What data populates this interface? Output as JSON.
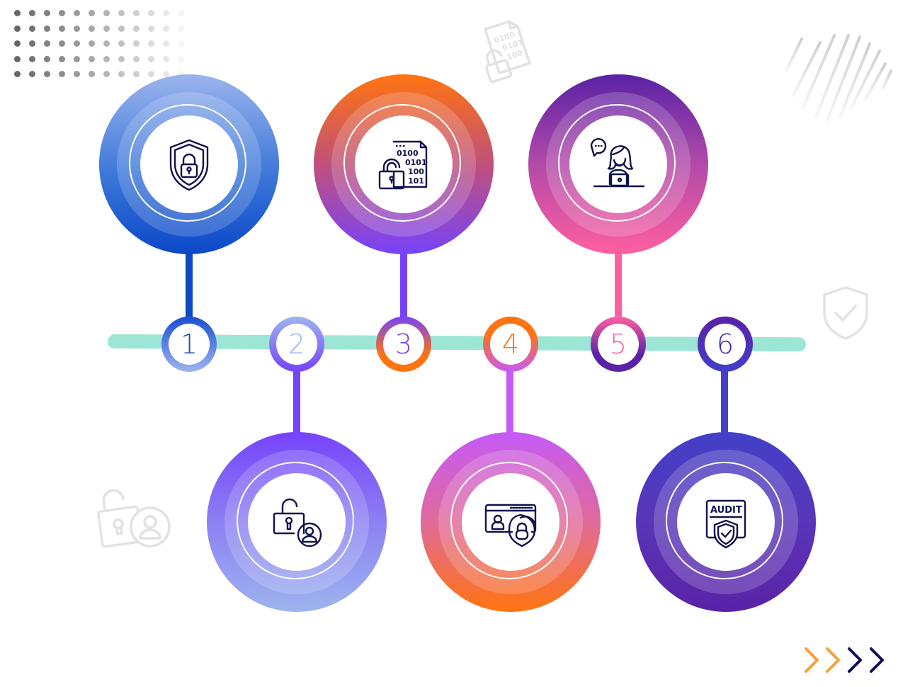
{
  "diagram": {
    "type": "timeline-infographic",
    "step_count": 6,
    "timeline_color": "#9de6d6",
    "icon_color": "#10124a"
  },
  "steps": [
    {
      "number": "1",
      "position": "top",
      "icon": "shield-lock-icon",
      "gradient": [
        "#9bb4ee",
        "#1a56d6"
      ],
      "number_color": "#0d4fb8",
      "ring_gradient": [
        "#1a4fcf",
        "#9db4ee"
      ]
    },
    {
      "number": "2",
      "position": "bottom",
      "icon": "unlock-user-icon",
      "gradient": [
        "#7643fb",
        "#9db4ee"
      ],
      "number_color": "#9db4ee",
      "ring_gradient": [
        "#9db4ee",
        "#7643fb"
      ]
    },
    {
      "number": "3",
      "position": "top",
      "icon": "binary-file-lock-icon",
      "gradient": [
        "#ff7a10",
        "#7643fb"
      ],
      "number_color": "#7643fb",
      "ring_gradient": [
        "#7643fb",
        "#ff7a10"
      ]
    },
    {
      "number": "4",
      "position": "bottom",
      "icon": "id-card-shield-icon",
      "gradient": [
        "#c75bf6",
        "#ff7412"
      ],
      "number_color": "#ff7412",
      "ring_gradient": [
        "#ff7412",
        "#c75bf6"
      ]
    },
    {
      "number": "5",
      "position": "top",
      "icon": "support-agent-icon",
      "gradient": [
        "#5a22a6",
        "#ff5fa0"
      ],
      "number_color": "#ff5fa0",
      "ring_gradient": [
        "#ff5fa0",
        "#5a22a6"
      ]
    },
    {
      "number": "6",
      "position": "bottom",
      "icon": "audit-shield-icon",
      "gradient": [
        "#4340c8",
        "#5a22a6"
      ],
      "number_color": "#4a219e",
      "ring_gradient": [
        "#5a22a6",
        "#4340c8"
      ]
    }
  ],
  "icons": {
    "audit_label": "AUDIT",
    "binary_rows": [
      "0100",
      "0101",
      "100",
      "101"
    ]
  },
  "decorations": {
    "top_left": "dot-grid",
    "top_center": "binary-file-lock-watermark-icon",
    "top_right": "diagonal-stripes",
    "right": "shield-check-watermark-icon",
    "bottom_left": "unlock-user-watermark-icon",
    "bottom_right": "chevrons-right-icon",
    "chevron_colors": [
      "#f6a03a",
      "#f6a03a",
      "#0e0f55",
      "#0e0f55"
    ]
  }
}
